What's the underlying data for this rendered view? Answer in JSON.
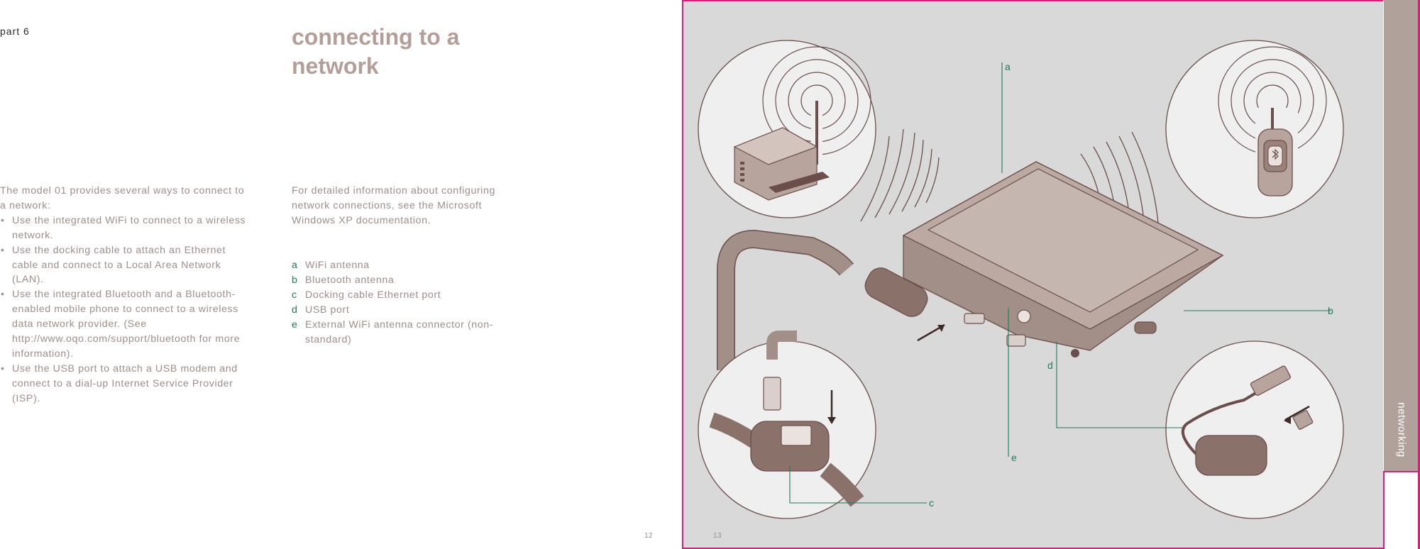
{
  "header": {
    "part": "part 6",
    "title_line1": "connecting to a",
    "title_line2": "network"
  },
  "intro": {
    "lead": "The model 01 provides several ways to connect to a network:",
    "bullets": [
      "Use the integrated WiFi to connect to a wireless network.",
      "Use the docking cable to attach an Ethernet cable and connect to a Local Area Network (LAN).",
      "Use the integrated Bluetooth and a Bluetooth-enabled mobile phone to connect to a wireless data network provider. (See http://www.oqo.com/support/bluetooth for more information).",
      "Use the USB port to attach a USB modem and connect to a dial-up Internet Service Provider (ISP)."
    ]
  },
  "detail": "For detailed information about configuring network connections, see the Microsoft Windows XP documentation.",
  "legend": [
    {
      "letter": "a",
      "label": "WiFi antenna"
    },
    {
      "letter": "b",
      "label": "Bluetooth antenna"
    },
    {
      "letter": "c",
      "label": "Docking cable Ethernet port"
    },
    {
      "letter": "d",
      "label": "USB port"
    },
    {
      "letter": "e",
      "label": "External WiFi antenna connector (non-standard)"
    }
  ],
  "callouts": {
    "a": "a",
    "b": "b",
    "c": "c",
    "d": "d",
    "e": "e"
  },
  "pages": {
    "left": "12",
    "right": "13"
  },
  "tab": "networking",
  "colors": {
    "accent": "#e0197f",
    "title": "#b39f98",
    "body_text": "#9c8f89",
    "callout": "#1d7a5a",
    "tab": "#b1a19b",
    "figure_bg": "#d9d9d9"
  }
}
